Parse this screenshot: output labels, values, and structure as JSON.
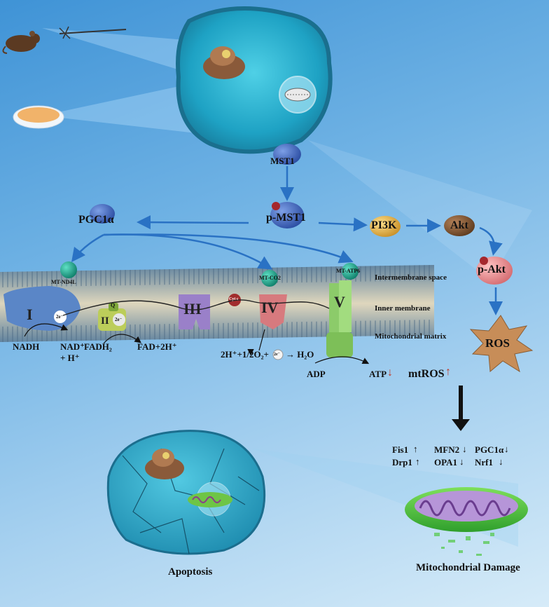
{
  "nodes": {
    "mst1": "MST1",
    "p_mst1": "p-MST1",
    "pgc1a": "PGC1α",
    "pi3k": "PI3K",
    "akt": "Akt",
    "p_akt": "p-Akt",
    "ros": "ROS",
    "mt_nd4l": "MT-ND4L",
    "mt_co2": "MT-CO2",
    "mt_atp6": "MT-ATP6",
    "cytc": "Cyt c"
  },
  "membrane_labels": {
    "intermembrane": "Intermembrane space",
    "inner": "Inner membrane",
    "matrix": "Mitochondrial matrix"
  },
  "complexes": {
    "c1": "I",
    "c2": "II",
    "c3": "III",
    "c4": "IV",
    "c5": "V",
    "q": "Q",
    "e": "2e⁻"
  },
  "reactions": {
    "nadh": "NADH",
    "nad_line1": "NAD⁺",
    "nad_line2": "+ H⁺",
    "fadh2": "FADH₂",
    "fad": "FAD+2H⁺",
    "water": "2H⁺+1/2O₂+",
    "water_product": "→ H₂O",
    "adp": "ADP",
    "atp": "ATP",
    "atp_arrow": "↓",
    "mtros": "mtROS",
    "mtros_arrow": "↑"
  },
  "markers": {
    "fis1": "Fis1",
    "fis1_dir": "↑",
    "drp1": "Drp1",
    "drp1_dir": "↑",
    "mfn2": "MFN2",
    "mfn2_dir": "↓",
    "opa1": "OPA1",
    "opa1_dir": "↓",
    "pgc1a": "PGC1α",
    "pgc1a_dir": "↓",
    "nrf1": "Nrf1",
    "nrf1_dir": "↓"
  },
  "outcomes": {
    "apoptosis": "Apoptosis",
    "mito_damage": "Mitochondrial Damage"
  },
  "colors": {
    "arrow": "#2a72c4",
    "up_red": "#c0392b",
    "mst1": "#3e63b8",
    "pi3k": "#e2b23c",
    "akt": "#7a5230",
    "p_akt": "#e6888c",
    "ros": "#c2824a",
    "teal": "#1fa58f"
  }
}
